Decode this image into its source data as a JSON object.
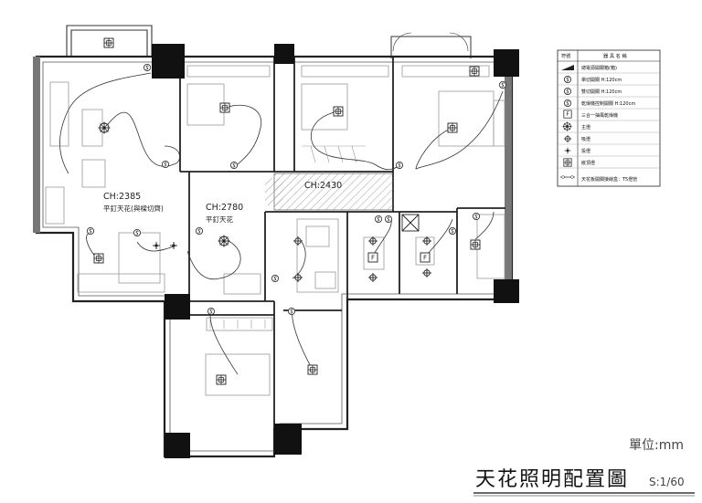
{
  "ceilings": [
    {
      "ch": "CH:2385",
      "note": "平釘天花(與樑切齊)"
    },
    {
      "ch": "CH:2780",
      "note": "平釘天花"
    },
    {
      "ch": "CH:2430",
      "note": ""
    }
  ],
  "legend": {
    "headers": {
      "symbol": "符號",
      "name": "器 具 名 稱"
    },
    "items": [
      {
        "icon": "cove-light-symbol",
        "text": "總電源開關箱(箱)"
      },
      {
        "icon": "single-switch-symbol",
        "text": "單切開關 H:120cm"
      },
      {
        "icon": "double-switch-symbol",
        "text": "雙切開關 H:120cm"
      },
      {
        "icon": "fan-switch-symbol",
        "text": "乾燥機控制開關 H:120cm"
      },
      {
        "icon": "combo-fan-symbol",
        "text": "三合一抽風乾燥機"
      },
      {
        "icon": "main-lamp-symbol",
        "text": "主燈"
      },
      {
        "icon": "ceiling-lamp-symbol",
        "text": "吸燈"
      },
      {
        "icon": "spot-lamp-symbol",
        "text": "投燈"
      },
      {
        "icon": "recessed-lamp-symbol",
        "text": "嵌頂燈"
      },
      {
        "icon": "wiring-symbol",
        "text": "天花板開關接線盒：T5燈管"
      }
    ]
  },
  "unit": "單位:mm",
  "title": "天花照明配置圖",
  "scale": "S:1/60"
}
